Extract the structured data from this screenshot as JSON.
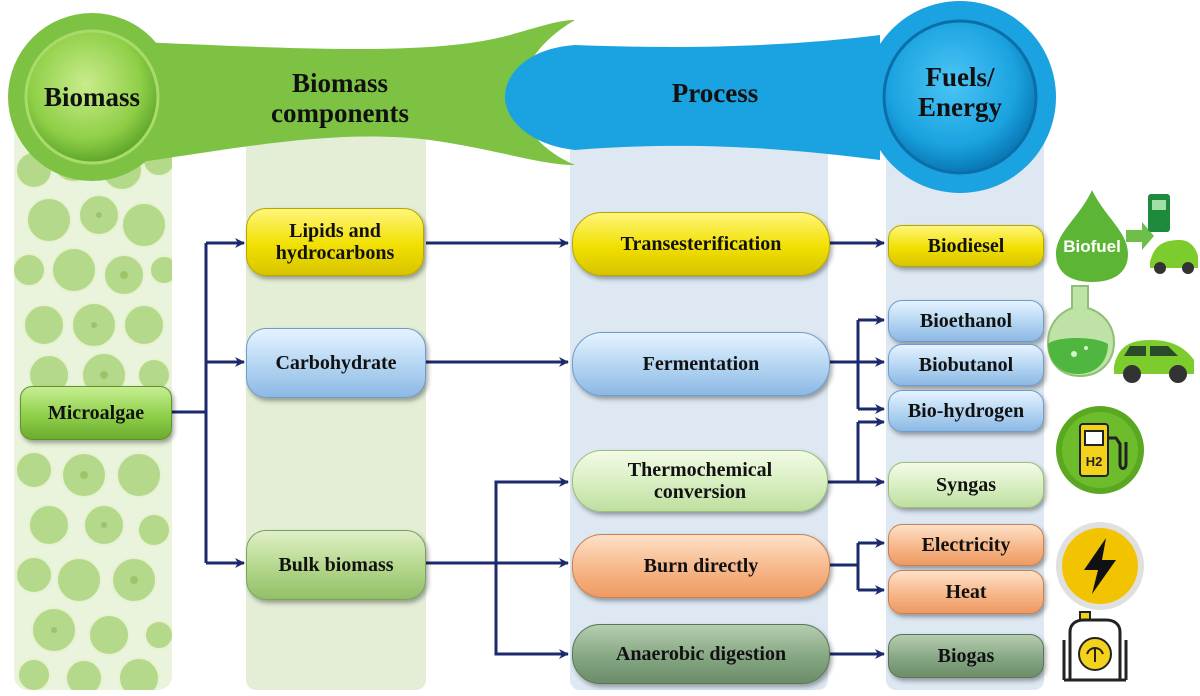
{
  "headers": {
    "biomass": "Biomass",
    "components": "Biomass components",
    "process": "Process",
    "fuels": "Fuels/ Energy"
  },
  "biomass": {
    "microalgae": "Microalgae"
  },
  "components": {
    "lipids": "Lipids and hydrocarbons",
    "carbohydrate": "Carbohydrate",
    "bulk": "Bulk biomass"
  },
  "processes": {
    "transesterification": "Transesterification",
    "fermentation": "Fermentation",
    "thermochemical": "Thermochemical conversion",
    "burn": "Burn directly",
    "anaerobic": "Anaerobic digestion"
  },
  "products": {
    "biodiesel": "Biodiesel",
    "bioethanol": "Bioethanol",
    "biobutanol": "Biobutanol",
    "biohydrogen": "Bio-hydrogen",
    "syngas": "Syngas",
    "electricity": "Electricity",
    "heat": "Heat",
    "biogas": "Biogas"
  },
  "icons": {
    "biofuel_label": "Biofuel",
    "h2_label": "H2",
    "biofuel_drop": "biofuel-drop-icon",
    "flask": "flask-icon",
    "car": "car-icon",
    "hydrogen_pump": "hydrogen-pump-icon",
    "lightning": "lightning-icon",
    "digester": "biogas-digester-icon"
  },
  "colors": {
    "green_band": "#7dc242",
    "blue_band": "#1aa3e0",
    "arrow": "#1b2a6b",
    "yellow": "#f1e000",
    "blue_box": "#b7d7f3",
    "orange_box": "#f7b789",
    "dark_green_box": "#86a783"
  }
}
